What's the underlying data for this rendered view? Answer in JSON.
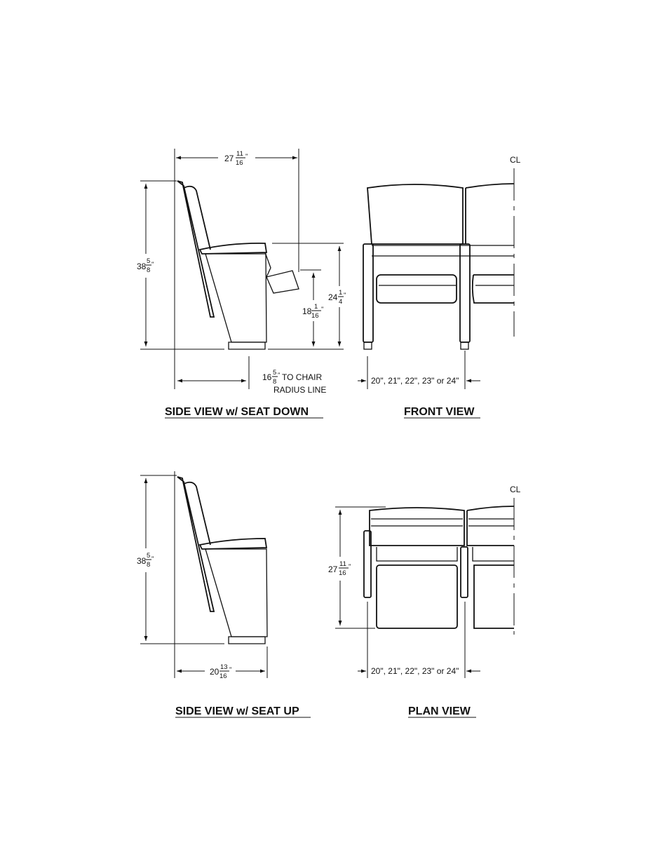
{
  "views": {
    "side_down": {
      "title": "SIDE VIEW w/ SEAT DOWN",
      "overall_depth": {
        "whole": "27",
        "num": "11",
        "den": "16",
        "unit": "\""
      },
      "overall_height": {
        "whole": "38",
        "num": "5",
        "den": "8",
        "unit": "\""
      },
      "seat_height": {
        "whole": "24",
        "num": "1",
        "den": "4",
        "unit": "\""
      },
      "seat_front_height": {
        "whole": "18",
        "num": "1",
        "den": "16",
        "unit": "\""
      },
      "radius_dim": {
        "whole": "16",
        "num": "5",
        "den": "8",
        "unit": "\"",
        "label_line1": "TO CHAIR",
        "label_line2": "RADIUS LINE"
      }
    },
    "front": {
      "title": "FRONT VIEW",
      "centerline_symbol": "CL",
      "width_options": "20\", 21\", 22\", 23\" or 24\""
    },
    "side_up": {
      "title": "SIDE VIEW w/ SEAT UP",
      "overall_height": {
        "whole": "38",
        "num": "5",
        "den": "8",
        "unit": "\""
      },
      "depth": {
        "whole": "20",
        "num": "13",
        "den": "16",
        "unit": "\""
      }
    },
    "plan": {
      "title": "PLAN VIEW",
      "centerline_symbol": "CL",
      "depth": {
        "whole": "27",
        "num": "11",
        "den": "16",
        "unit": "\""
      },
      "width_options": "20\", 21\", 22\", 23\" or 24\""
    }
  }
}
